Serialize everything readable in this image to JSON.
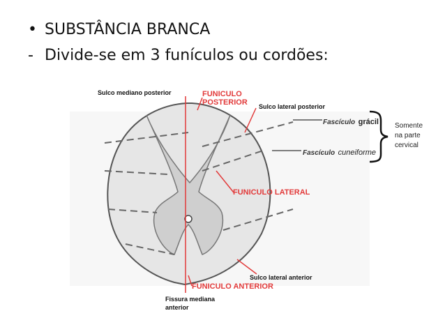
{
  "slide": {
    "bullet_1": "SUBSTÂNCIA BRANCA",
    "bullet_2": "Divide-se em 3 funículos ou cordões:",
    "bullet_1_marker": "•",
    "bullet_2_marker": "-"
  },
  "diagram": {
    "label_sulco_mediano_posterior": "Sulco mediano posterior",
    "label_funiculo_posterior_1": "FUNICULO",
    "label_funiculo_posterior_2": "POSTERIOR",
    "label_sulco_lateral_posterior": "Sulco lateral posterior",
    "label_fasciculo_1": "Fascículo",
    "label_gracil": "grácil",
    "label_fasciculo_2": "Fascículo",
    "label_cuneiforme": "cuneiforme",
    "label_funiculo_lateral": "FUNICULO LATERAL",
    "label_sulco_lateral_anterior": "Sulco lateral anterior",
    "label_funiculo_anterior": "FUNICULO ANTERIOR",
    "label_fissura_1": "Fissura mediana",
    "label_fissura_2": "anterior",
    "note_line_1": "Somente",
    "note_line_2": "na parte",
    "note_line_3": "cervical",
    "colors": {
      "accent_red": "#e23a3a",
      "cord_fill": "#e6e6e6",
      "gray_matter": "#cfcfcf",
      "outline": "#555555"
    }
  }
}
